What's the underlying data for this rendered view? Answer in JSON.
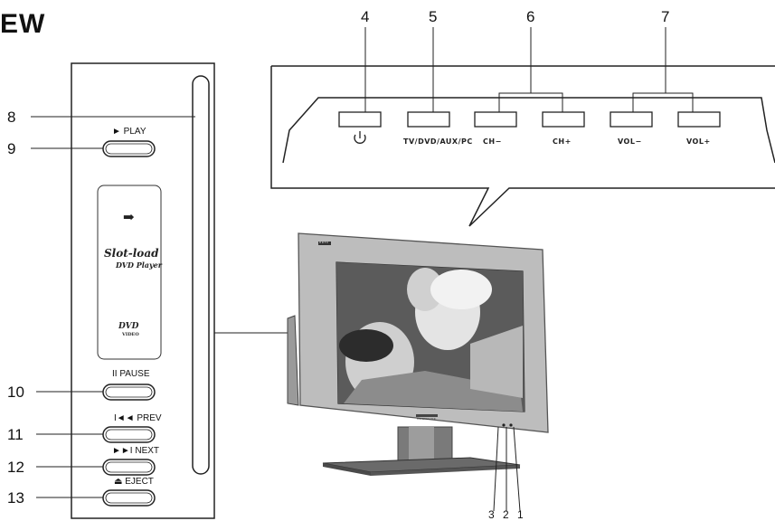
{
  "title": "EW",
  "callouts": {
    "n1": "1",
    "n2": "2",
    "n3": "3",
    "n4": "4",
    "n5": "5",
    "n6": "6",
    "n7": "7",
    "n8": "8",
    "n9": "9",
    "n10": "10",
    "n11": "11",
    "n12": "12",
    "n13": "13"
  },
  "side_panel": {
    "play": "► PLAY",
    "pause": "II PAUSE",
    "prev": "I◄◄ PREV",
    "next": "►►I NEXT",
    "eject": "⏏ EJECT",
    "slot_arrow": "➡",
    "slot_logo_line1": "Slot-load",
    "slot_logo_line2": "DVD Player",
    "dvd_logo": "DVD",
    "dvd_sub": "VIDEO"
  },
  "top_panel": {
    "power_icon": "power-icon",
    "source": "TV/DVD/AUX/PC",
    "ch_minus": "CH−",
    "ch_plus": "CH+",
    "vol_minus": "VOL−",
    "vol_plus": "VOL+"
  },
  "tv": {
    "brand": "MAGNAVOX",
    "badge": "HDTV"
  }
}
